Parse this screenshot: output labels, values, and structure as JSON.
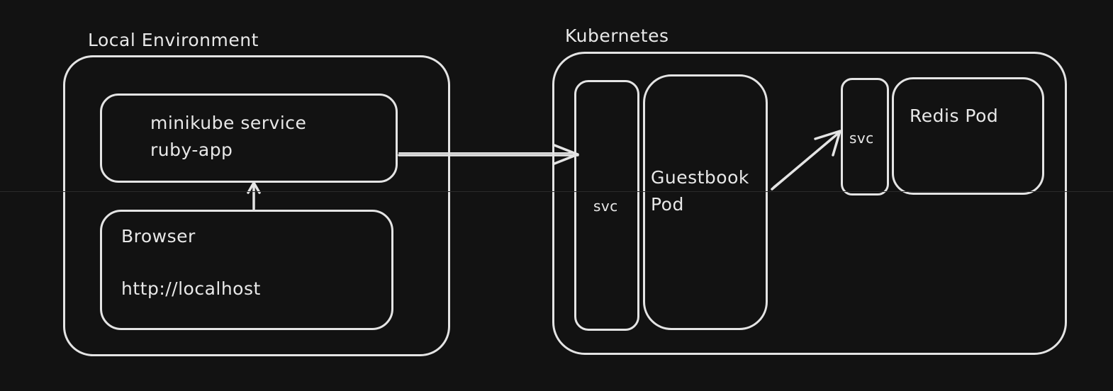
{
  "groups": {
    "local": {
      "title": "Local Environment"
    },
    "kubernetes": {
      "title": "Kubernetes"
    }
  },
  "nodes": {
    "minikube": {
      "line1": "minikube service",
      "line2": "ruby-app"
    },
    "browser": {
      "title": "Browser",
      "url": "http://localhost"
    },
    "svc_main": {
      "label": "svc"
    },
    "guestbook": {
      "line1": "Guestbook",
      "line2": "Pod"
    },
    "svc_redis": {
      "label": "svc"
    },
    "redis": {
      "label": "Redis Pod"
    }
  },
  "edges": [
    {
      "from": "browser",
      "to": "minikube"
    },
    {
      "from": "minikube",
      "to": "svc_main"
    },
    {
      "from": "guestbook",
      "to": "svc_redis"
    }
  ],
  "colors": {
    "background": "#121212",
    "stroke": "#e4e4e4"
  }
}
